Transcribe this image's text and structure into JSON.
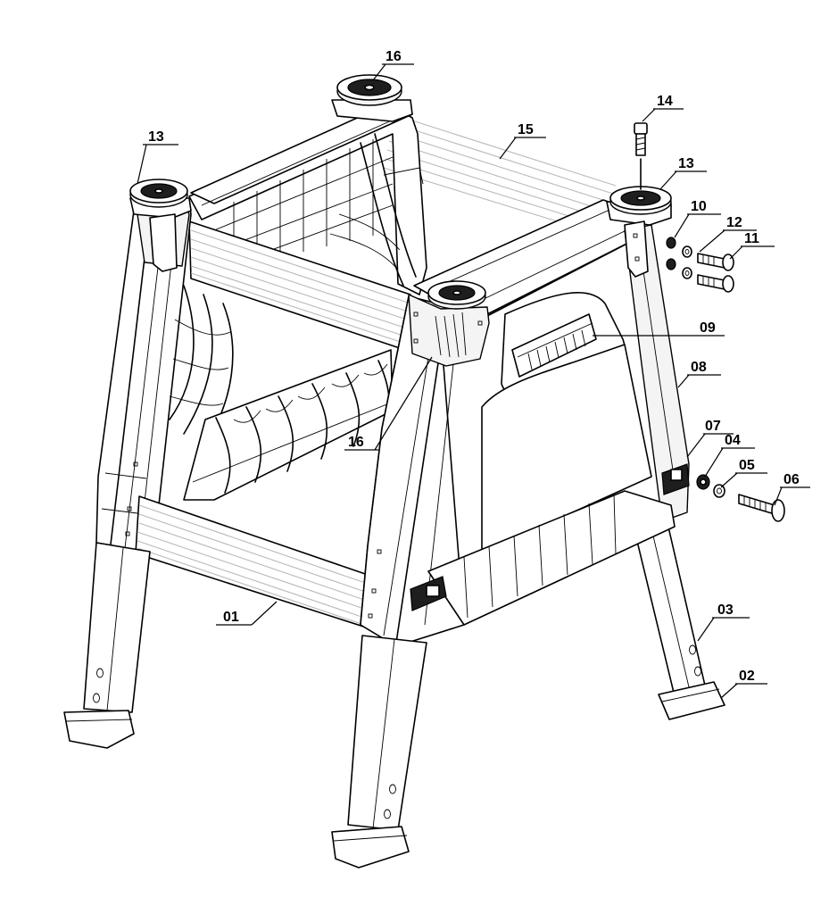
{
  "callouts": [
    {
      "id": "c01",
      "label": "01"
    },
    {
      "id": "c02",
      "label": "02"
    },
    {
      "id": "c03",
      "label": "03"
    },
    {
      "id": "c04",
      "label": "04"
    },
    {
      "id": "c05",
      "label": "05"
    },
    {
      "id": "c06",
      "label": "06"
    },
    {
      "id": "c07",
      "label": "07"
    },
    {
      "id": "c08",
      "label": "08"
    },
    {
      "id": "c09",
      "label": "09"
    },
    {
      "id": "c10",
      "label": "10"
    },
    {
      "id": "c11",
      "label": "11"
    },
    {
      "id": "c12",
      "label": "12"
    },
    {
      "id": "c13a",
      "label": "13"
    },
    {
      "id": "c13b",
      "label": "13"
    },
    {
      "id": "c14",
      "label": "14"
    },
    {
      "id": "c15",
      "label": "15"
    },
    {
      "id": "c16a",
      "label": "16"
    },
    {
      "id": "c16b",
      "label": "16"
    }
  ]
}
